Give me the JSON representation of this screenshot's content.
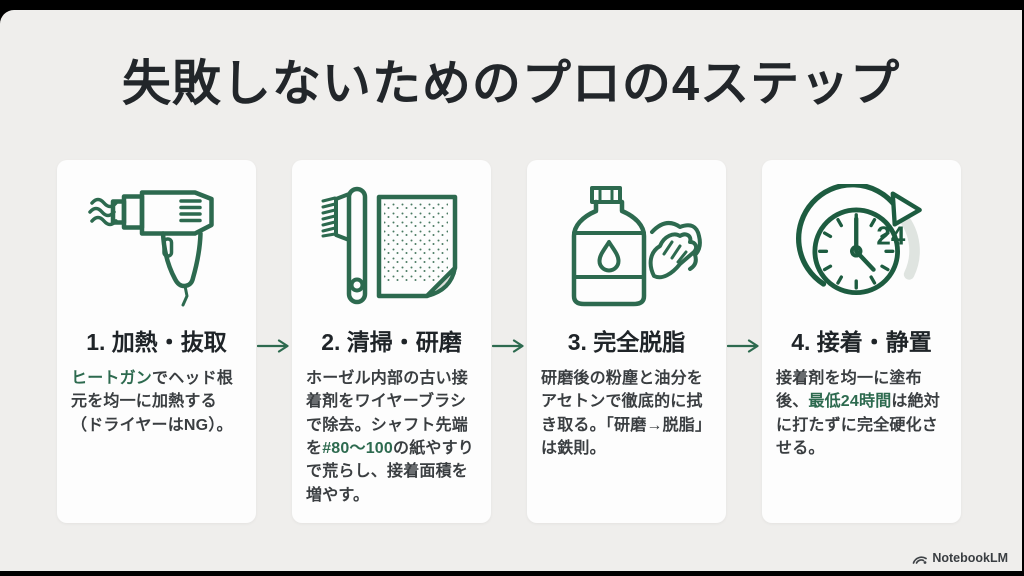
{
  "title": "失敗しないためのプロの4ステップ",
  "colors": {
    "accent_green": "#2d6a4f",
    "background": "#efeeec",
    "card_background": "#fdfdfd",
    "title_text": "#22262a",
    "body_text": "#3a3e41"
  },
  "steps": [
    {
      "icon": "heat-gun-icon",
      "heading": "1. 加熱・抜取",
      "body_parts": [
        {
          "text": "ヒートガン",
          "highlight": true
        },
        {
          "text": "でヘッド根元を均一に加熱する（ドライヤーはNG）。",
          "highlight": false
        }
      ]
    },
    {
      "icon": "brush-sandpaper-icon",
      "heading": "2. 清掃・研磨",
      "body_parts": [
        {
          "text": "ホーゼル内部の古い接着剤をワイヤーブラシで除去。シャフト先端を",
          "highlight": false
        },
        {
          "text": "#80〜100",
          "highlight": true
        },
        {
          "text": "の紙やすりで荒らし、接着面積を増やす。",
          "highlight": false
        }
      ]
    },
    {
      "icon": "bottle-wipe-icon",
      "heading": "3. 完全脱脂",
      "body_parts": [
        {
          "text": "研磨後の粉塵と油分をアセトンで徹底的に拭き取る。「研磨→脱脂」は鉄則。",
          "highlight": false
        }
      ]
    },
    {
      "icon": "clock-24-icon",
      "heading": "4. 接着・静置",
      "icon_label": "24",
      "body_parts": [
        {
          "text": "接着剤を均一に塗布後、",
          "highlight": false
        },
        {
          "text": "最低24時間",
          "highlight": true
        },
        {
          "text": "は絶対に打たずに完全硬化させる。",
          "highlight": false
        }
      ]
    }
  ],
  "footer": {
    "brand": "NotebookLM"
  }
}
